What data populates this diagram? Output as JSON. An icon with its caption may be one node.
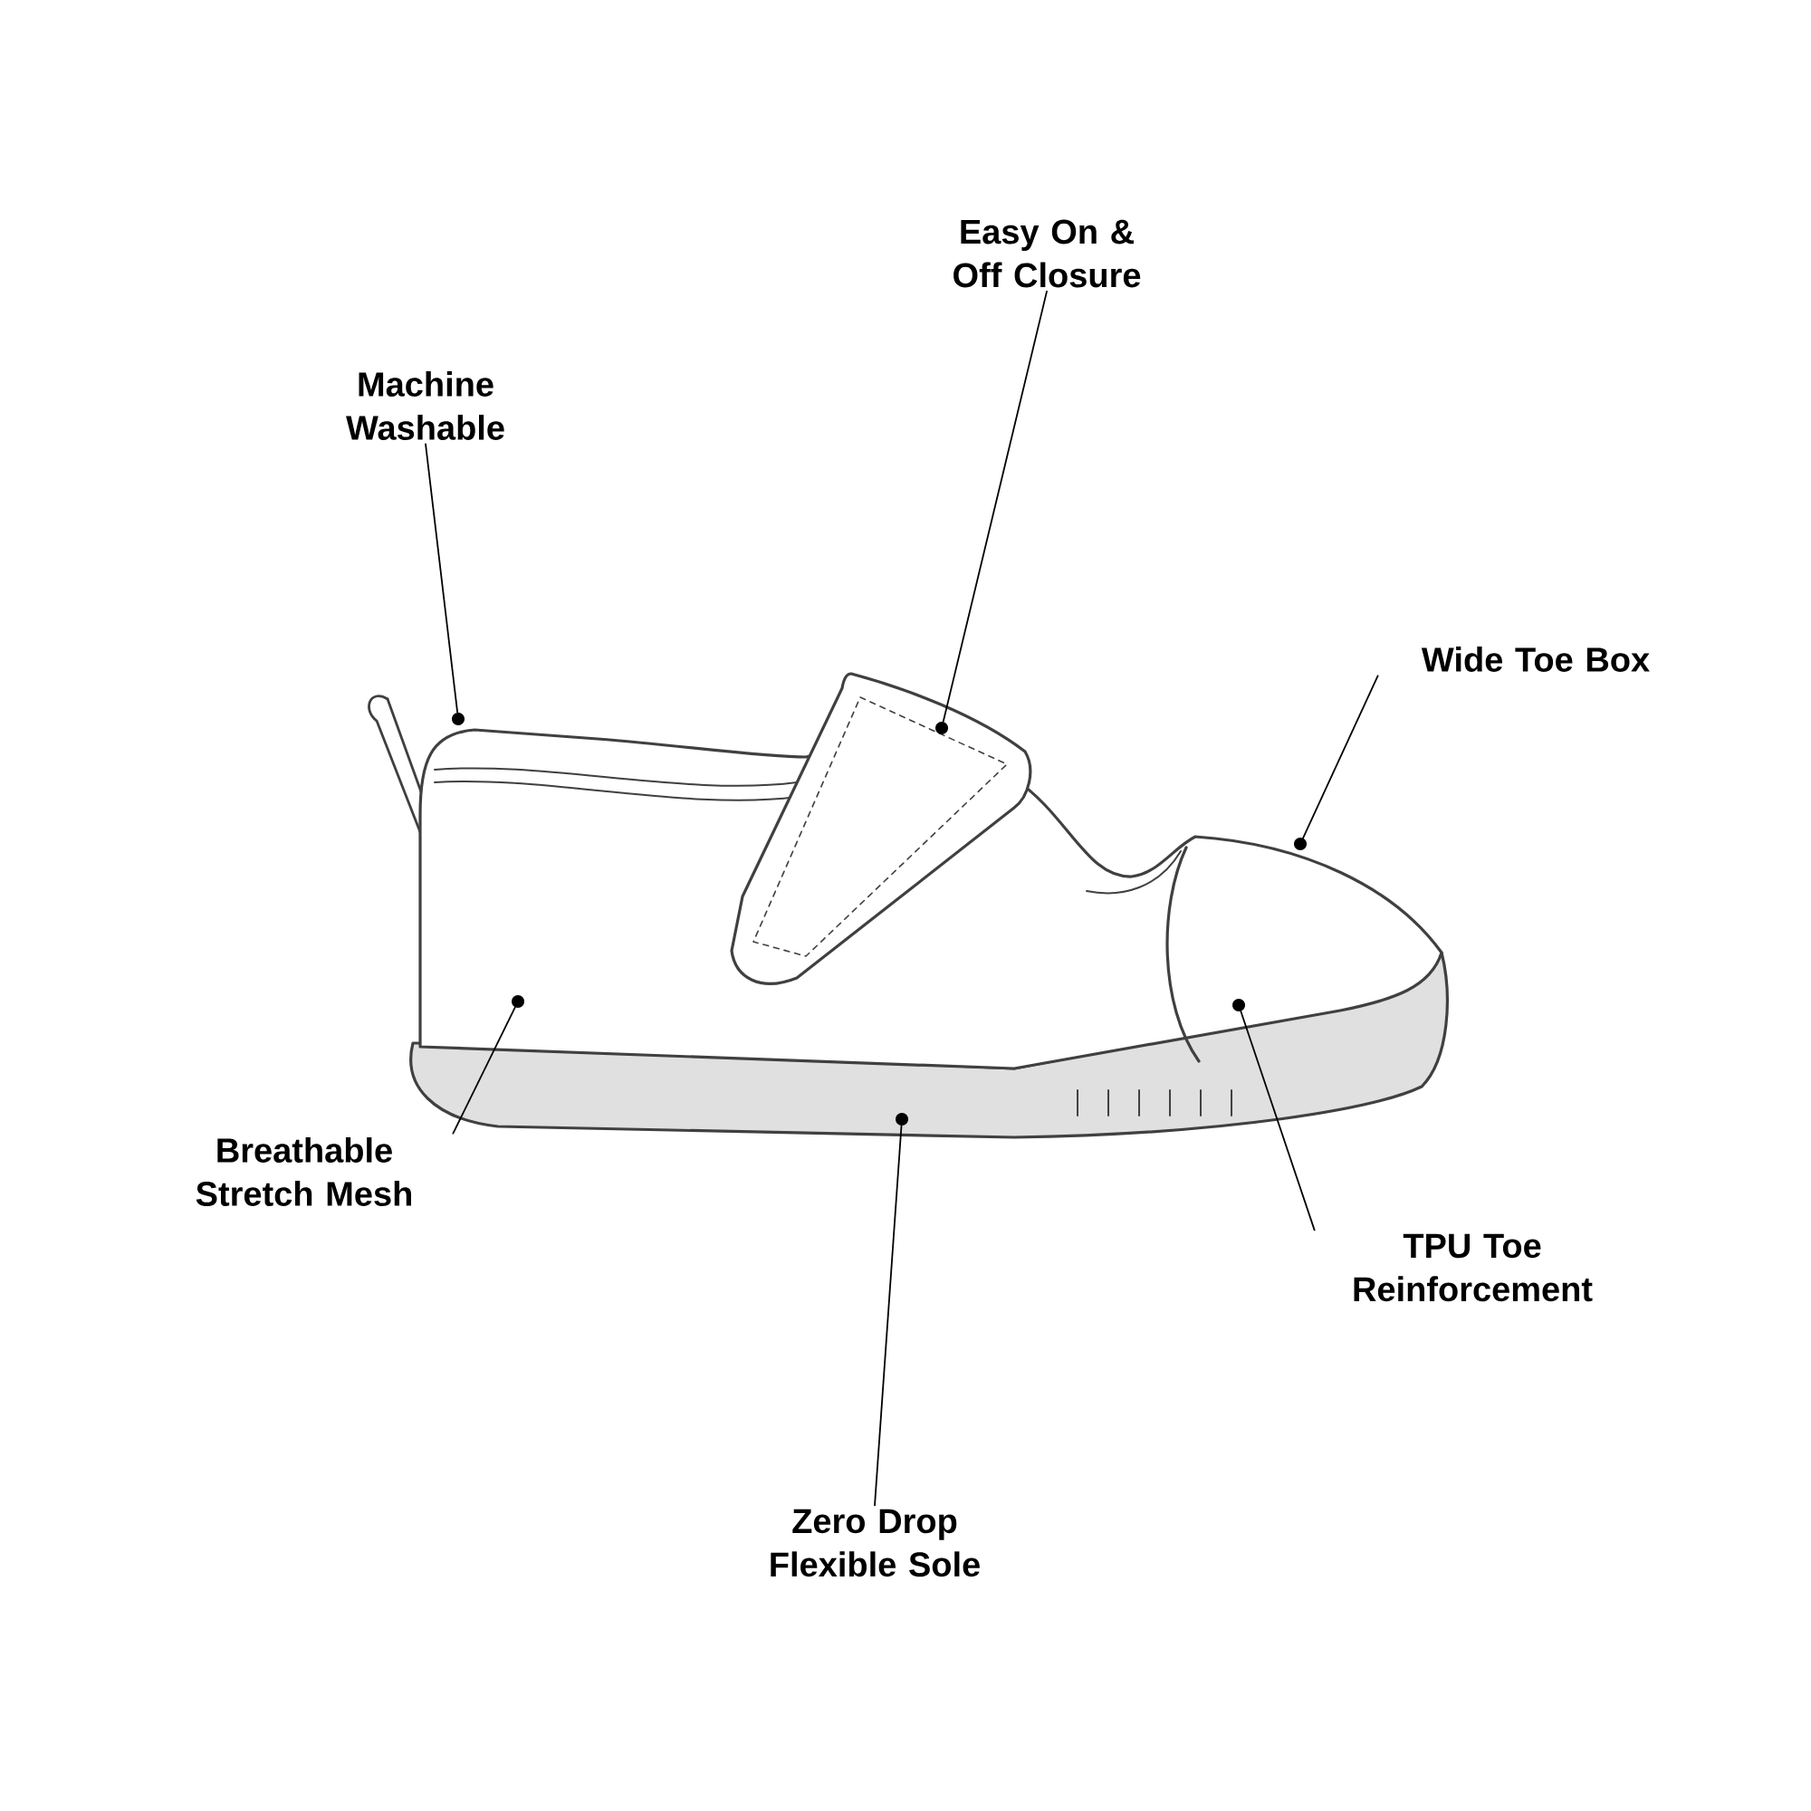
{
  "diagram": {
    "nodes": [
      {
        "text": [
          "Easy On & Off Closure"
        ]
      },
      {
        "text": [
          "Machine Washable"
        ]
      },
      {
        "text": [
          "Wide Toe Box"
        ]
      },
      {
        "text": [
          "Breathable Stretch Mesh"
        ]
      },
      {
        "text": [
          "TPU Toe Reinforcement"
        ]
      },
      {
        "text": [
          "Zero Drop Flexible Sole"
        ]
      },
      {
        "text": [],
        "shape": "circle"
      },
      {
        "text": [],
        "shape": "circle"
      },
      {
        "text": [],
        "shape": "circle"
      },
      {
        "text": [],
        "shape": "circle"
      },
      {
        "text": [],
        "shape": "circle"
      },
      {
        "text": [],
        "shape": "circle"
      }
    ],
    "edges": [
      {
        "from": 0,
        "to": 9,
        "arrow": "none"
      },
      {
        "from": 1,
        "to": 6,
        "arrow": "none"
      },
      {
        "from": 2,
        "to": 11,
        "arrow": "none"
      },
      {
        "from": 3,
        "to": 7,
        "arrow": "none"
      },
      {
        "from": 4,
        "to": 10,
        "arrow": "none"
      },
      {
        "from": 5,
        "to": 8,
        "arrow": "none"
      }
    ]
  }
}
